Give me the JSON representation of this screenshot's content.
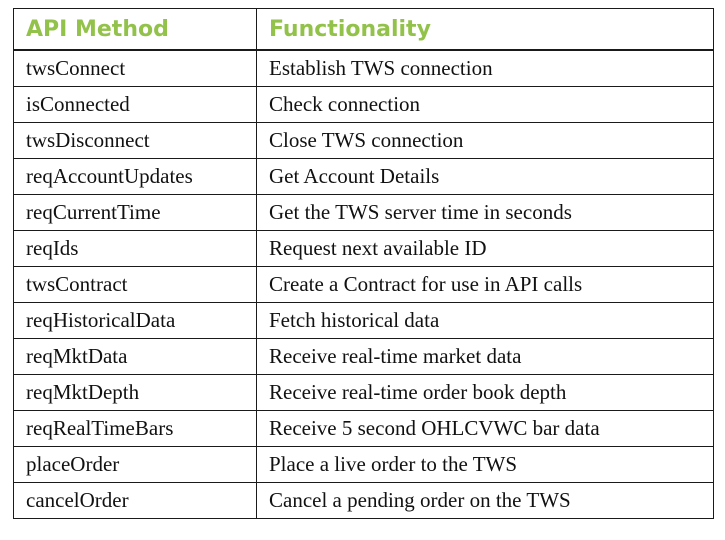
{
  "table": {
    "headers": [
      "API Method",
      "Functionality"
    ],
    "rows": [
      [
        "twsConnect",
        "Establish TWS connection"
      ],
      [
        "isConnected",
        "Check connection"
      ],
      [
        "twsDisconnect",
        "Close TWS connection"
      ],
      [
        "reqAccountUpdates",
        "Get Account Details"
      ],
      [
        "reqCurrentTime",
        "Get the TWS server time in seconds"
      ],
      [
        "reqIds",
        "Request next available ID"
      ],
      [
        "twsContract",
        "Create a Contract for use in API calls"
      ],
      [
        "reqHistoricalData",
        "Fetch historical data"
      ],
      [
        "reqMktData",
        "Receive real-time market data"
      ],
      [
        "reqMktDepth",
        "Receive real-time order book depth"
      ],
      [
        "reqRealTimeBars",
        "Receive 5 second OHLCVWC bar data"
      ],
      [
        "placeOrder",
        "Place a live order to the TWS"
      ],
      [
        "cancelOrder",
        "Cancel a pending order on the TWS"
      ]
    ]
  },
  "colors": {
    "header_text": "#93c24b",
    "border": "#1a1a1a",
    "body_text": "#111111"
  }
}
